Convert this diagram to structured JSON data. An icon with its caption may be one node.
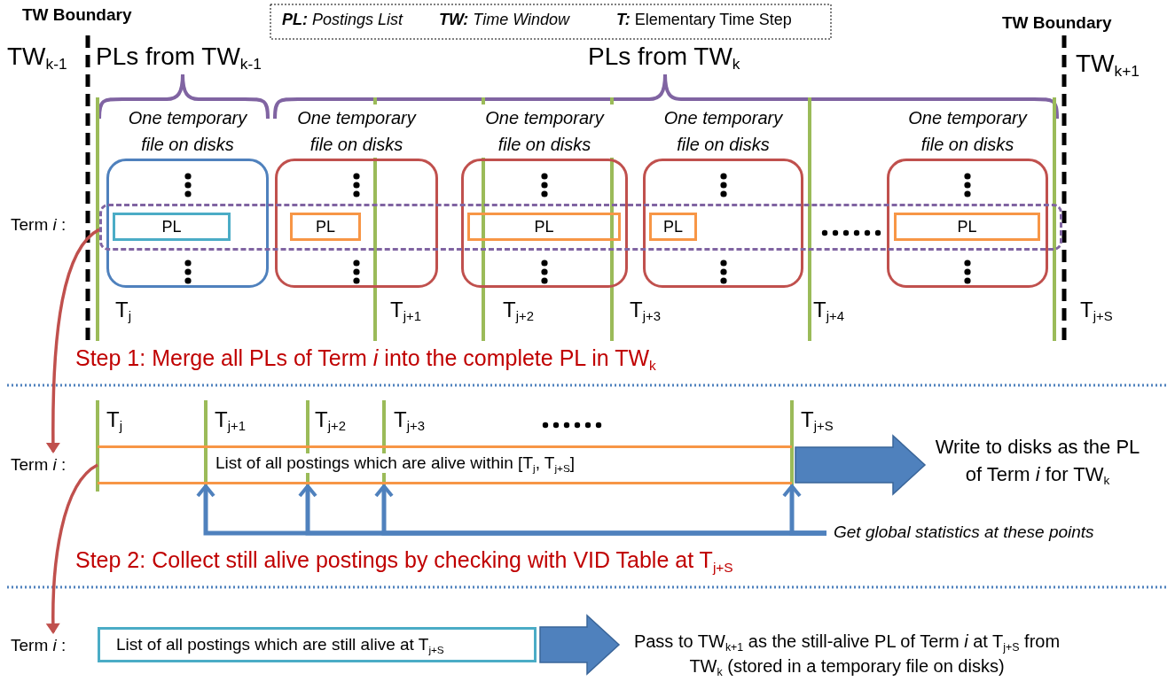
{
  "diagram": {
    "nodes": [
      {
        "text": [
          "One temporary file on disks"
        ]
      },
      {
        "text": [
          "PL"
        ]
      },
      {
        "text": [
          "One temporary file on disks"
        ]
      },
      {
        "text": [
          "PL"
        ]
      },
      {
        "text": [
          "One temporary file on disks"
        ]
      },
      {
        "text": [
          "PL"
        ]
      },
      {
        "text": [
          "One temporary file on disks"
        ]
      },
      {
        "text": [
          "PL"
        ]
      },
      {
        "text": [
          "One temporary file on disks"
        ]
      },
      {
        "text": [
          "PL"
        ]
      },
      {
        "text": [],
        "shape": "box"
      },
      {
        "text": [
          "Term  *i* :"
        ]
      },
      {
        "text": [
          "List of all postings which are alive within [T$_{j}$, T$_{j+S}$]"
        ]
      },
      {
        "text": [
          "Write to disks as the PL of Term *i* for TW$_{k}$"
        ]
      },
      {
        "text": [
          "Get global statistics at these points"
        ]
      },
      {
        "text": [
          "Term  *i* :"
        ]
      },
      {
        "text": [
          "List of all postings which are still alive at T$_{j+S}$"
        ]
      },
      {
        "text": [
          "Pass to TW$_{k+1}$ as the still-alive PL of Term *i* at T$_{j+S}$ from TW$_{k}$ (stored in a temporary file on disks)"
        ]
      }
    ],
    "edges": [
      {
        "from": 10,
        "to": 11,
        "arrow": "to",
        "color": "#c0504d"
      },
      {
        "from": 12,
        "to": 15,
        "arrow": "to",
        "color": "#c0504d"
      },
      {
        "from": 12,
        "to": 13,
        "arrow": "to",
        "style": "thick"
      },
      {
        "from": 14,
        "to": 12,
        "arrow": "to"
      },
      {
        "from": 14,
        "to": 12,
        "arrow": "to"
      },
      {
        "from": 14,
        "to": 12,
        "arrow": "to"
      },
      {
        "from": 14,
        "to": 12,
        "arrow": "to"
      },
      {
        "from": 16,
        "to": 17,
        "arrow": "to",
        "style": "thick"
      }
    ],
    "labels": [
      "TW Boundary",
      "**PL:** *Postings List*",
      "**TW:** *Time Window*",
      "**T:** Elementary Time Step",
      "TW Boundary",
      "TW$_{k-1}$",
      "PLs from TW$_{k-1}$",
      "PLs from TW$_{k}$",
      "TW$_{k+1}$",
      "Term  *i* :",
      "T$_{j}$",
      "T$_{j+1}$",
      "T$_{j+2}$",
      "T$_{j+3}$",
      "T$_{j+4}$",
      "T$_{j+S}$",
      "Step 1: Merge all PLs of Term *i* into the complete PL in TW$_{k}$",
      "T$_{j}$",
      "T$_{j+1}$",
      "T$_{j+2}$",
      "T$_{j+3}$",
      "T$_{j+S}$",
      "Step 2: Collect still alive postings by checking with VID Table at T$_{j+S}$"
    ]
  }
}
